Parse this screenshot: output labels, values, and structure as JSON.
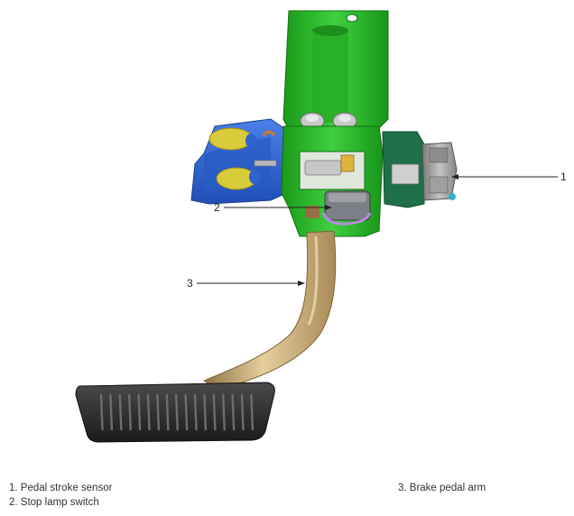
{
  "callouts": [
    {
      "number": "1",
      "label": "1. Pedal stroke sensor"
    },
    {
      "number": "2",
      "label": "2. Stop lamp switch"
    },
    {
      "number": "3",
      "label": "3. Brake pedal arm"
    }
  ],
  "colors": {
    "bracket_green": "#22bb22",
    "bracket_green_dark": "#128a12",
    "mount_blue": "#2f63cf",
    "spring_yellow": "#d9cc3a",
    "pedal_arm_tan": "#c8a977",
    "pedal_pad_dark": "#2c2c2c",
    "sensor_gray": "#9a9a9a",
    "switch_gray": "#7d7f86",
    "switch_violet": "#b58be0",
    "leader_line": "#222222"
  }
}
